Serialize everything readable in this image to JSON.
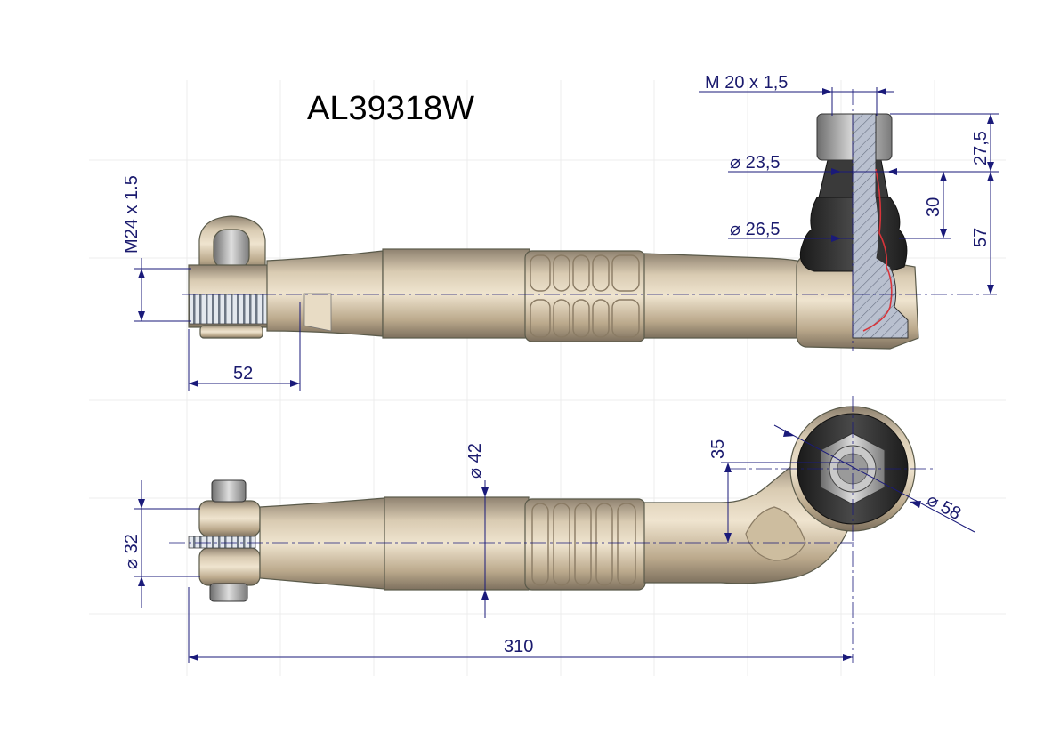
{
  "title": "AL39318W",
  "colors": {
    "dimension": "#1a1a7a",
    "metal_body": "#c7b59a",
    "rubber_boot": "#2e2e2e",
    "section_hatch": "#9aa3b8",
    "grease_line": "#d8343a",
    "background": "#ffffff"
  },
  "dimensions": {
    "thread_stud": "M  20  x 1,5",
    "stud_top": "27,5",
    "stud_height": "57",
    "boot_offset": "30",
    "dia_stud": "⌀  23,5",
    "dia_boot": "⌀  26,5",
    "thread_clamp": "M24 x 1.5",
    "clamp_length": "52",
    "dia_tube": "⌀  42",
    "offset_eye": "35",
    "dia_eye": "⌀  58",
    "dia_clamp": "⌀  32",
    "total_length": "310"
  }
}
